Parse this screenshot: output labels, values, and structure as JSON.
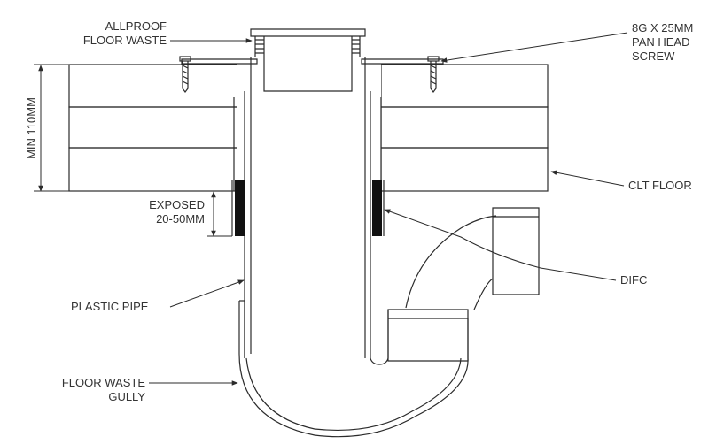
{
  "labels": {
    "allproof_line1": "ALLPROOF",
    "allproof_line2": "FLOOR WASTE",
    "screw_line1": "8G X 25MM",
    "screw_line2": "PAN HEAD",
    "screw_line3": "SCREW",
    "min_height": "MIN 110MM",
    "exposed_line1": "EXPOSED",
    "exposed_line2": "20-50MM",
    "clt_floor": "CLT FLOOR",
    "difc": "DIFC",
    "plastic_pipe": "PLASTIC PIPE",
    "gully_line1": "FLOOR WASTE",
    "gully_line2": "GULLY"
  },
  "colors": {
    "line": "#2b2b2b",
    "text": "#333333",
    "collar": "#111111",
    "background": "#ffffff"
  }
}
